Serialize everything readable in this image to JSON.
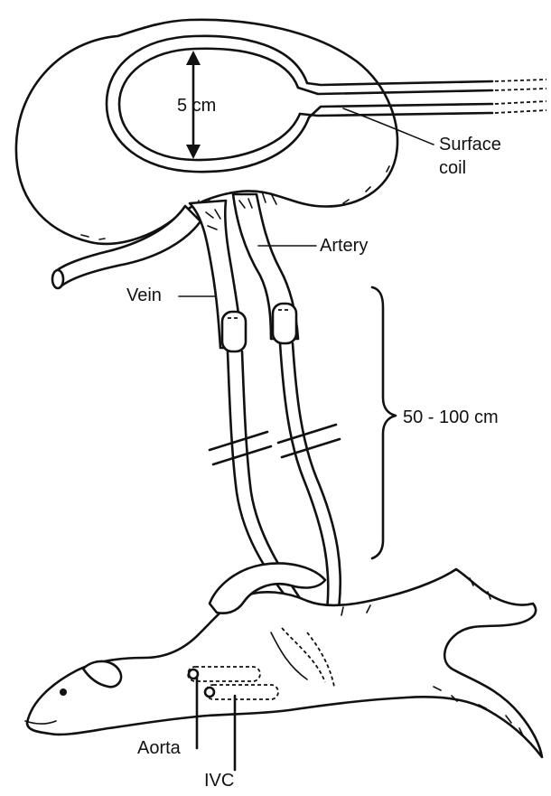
{
  "labels": {
    "diameter": "5 cm",
    "surface_coil_line1": "Surface",
    "surface_coil_line2": "coil",
    "artery": "Artery",
    "vein": "Vein",
    "length": "50 - 100 cm",
    "aorta": "Aorta",
    "ivc": "IVC"
  }
}
